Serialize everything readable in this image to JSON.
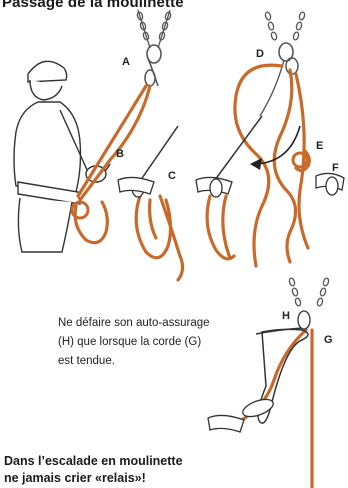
{
  "title": "Passage de la moulinette",
  "labels": {
    "A": "A",
    "B": "B",
    "C": "C",
    "D": "D",
    "E": "E",
    "F": "F",
    "H": "H",
    "G": "G"
  },
  "caption": {
    "line1": "Ne défaire son auto-assurage",
    "line2": "(H) que lorsque la corde (G)",
    "line3": "est tendue."
  },
  "warning": {
    "line1": "Dans l’escalade en moulinette",
    "line2": "ne jamais crier «relais»!"
  },
  "colors": {
    "rope": "#c96a2a",
    "line": "#333333",
    "chain": "#555555"
  }
}
